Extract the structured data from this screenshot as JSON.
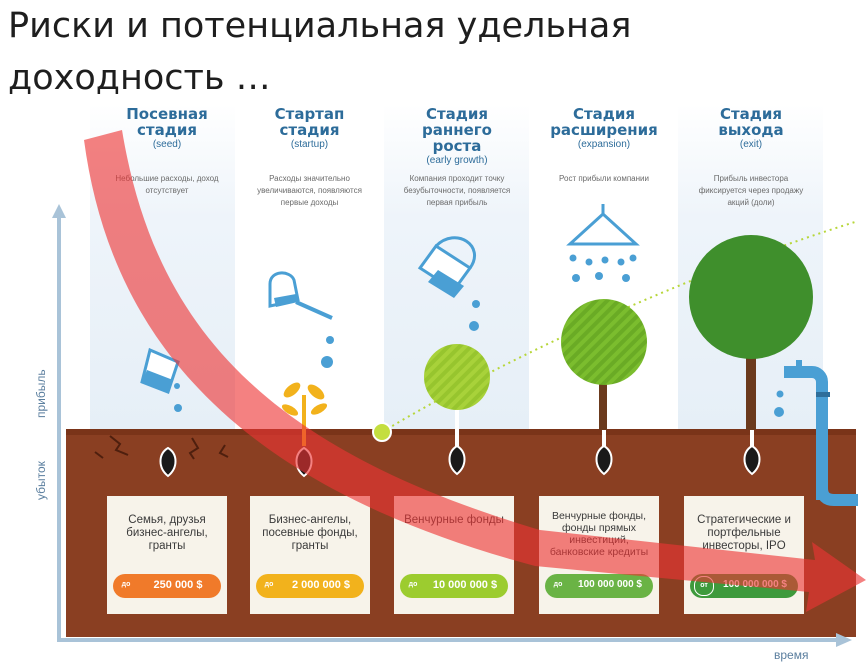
{
  "title": "Риски и потенциальная удельная доходность …",
  "axes": {
    "profit": "прибыль",
    "loss": "убыток",
    "time": "время"
  },
  "stages": [
    {
      "name": "Посевная стадия",
      "en": "(seed)",
      "desc": "Небольшие расходы, доход отсутствует",
      "investors": "Семья, друзья бизнес-ангелы, гранты",
      "prefix": "до",
      "amount": "250 000 $",
      "color": "#f07a2a"
    },
    {
      "name": "Стартап стадия",
      "en": "(startup)",
      "desc": "Расходы значительно увеличиваются, появляются первые доходы",
      "investors": "Бизнес-ангелы, посевные фонды, гранты",
      "prefix": "до",
      "amount": "2 000 000 $",
      "color": "#f2b21c"
    },
    {
      "name": "Стадия раннего роста",
      "en": "(early growth)",
      "desc": "Компания проходит точку безубыточности, появляется первая прибыль",
      "investors": "Венчурные фонды",
      "prefix": "до",
      "amount": "10 000 000 $",
      "color": "#9ccc2f"
    },
    {
      "name": "Стадия расширения",
      "en": "(expansion)",
      "desc": "Рост прибыли компании",
      "investors": "Венчурные фонды, фонды прямых инвестиций, банковские кредиты",
      "prefix": "до",
      "amount": "100 000 000 $",
      "color": "#6ab345"
    },
    {
      "name": "Стадия выхода",
      "en": "(exit)",
      "desc": "Прибыль инвестора фиксируется через продажу акций (доли)",
      "investors": "Стратегические и портфельные инвесторы, IPO",
      "prefix": "от",
      "amount": "100 000 000 $",
      "color": "#3e9a3c"
    }
  ],
  "colors": {
    "soil": "#8a3f22",
    "blue": "#4a9fd4",
    "tree": "#78b82a",
    "arrow": "#ee3333"
  }
}
